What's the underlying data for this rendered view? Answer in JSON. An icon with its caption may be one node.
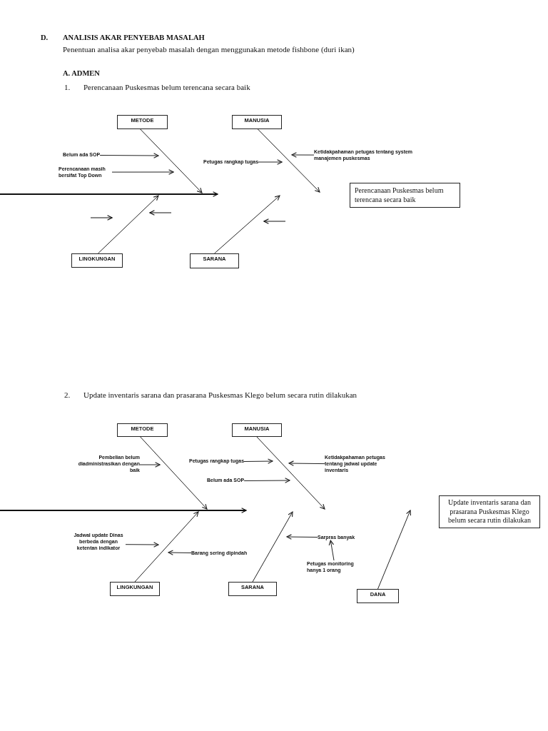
{
  "diagram": {
    "nodes": [
      {
        "text": [
          "METODE"
        ]
      },
      {
        "text": [
          "MANUSIA"
        ]
      },
      {
        "text": [
          "Belum ada SOP"
        ]
      },
      {
        "text": [
          "Petugas rangkap tugas"
        ]
      },
      {
        "text": [
          "Ketidakpahaman petugas tentang system manajemen puskesmas"
        ]
      },
      {
        "text": [
          "Perencanaan masih bersifat Top Down"
        ]
      },
      {
        "text": [
          "Perencanaan Puskesmas belum terencana secara baik"
        ]
      },
      {
        "text": [
          "LINGKUNGAN"
        ]
      },
      {
        "text": [
          "SARANA"
        ]
      },
      {
        "text": [
          "METODE"
        ]
      },
      {
        "text": [
          "MANUSIA"
        ]
      },
      {
        "text": [
          "Ketidakpahaman petugas tentang jadwal update inventaris"
        ]
      },
      {
        "text": [
          "Pembelian belum diadministrasikan dengan baik"
        ]
      },
      {
        "text": [
          "Petugas rangkap tugas"
        ]
      },
      {
        "text": [
          "Belum ada SOP"
        ]
      },
      {
        "text": [
          "Update inventaris sarana dan prasarana Puskesmas Klego belum secara rutin dilakukan"
        ]
      },
      {
        "text": [
          "Sarpras banyak"
        ]
      },
      {
        "text": [
          "Barang sering dipindah"
        ]
      },
      {
        "text": [
          "Jadwal update Dinas berbeda dengan ketentan indikator"
        ]
      },
      {
        "text": [
          "Petugas monitoring hanya 1 orang"
        ]
      },
      {
        "text": [
          "LINGKUNGAN"
        ]
      },
      {
        "text": [
          "SARANA"
        ]
      },
      {
        "text": [
          "DANA"
        ]
      }
    ],
    "edges": [
      {
        "from": 0,
        "to": null,
        "arrow": "to"
      },
      {
        "from": 7,
        "to": null,
        "arrow": "to"
      },
      {
        "from": 1,
        "to": null,
        "arrow": "to"
      },
      {
        "from": 8,
        "to": null,
        "arrow": "to"
      },
      {
        "from": 2,
        "to": null,
        "arrow": "to"
      },
      {
        "from": 5,
        "to": null,
        "arrow": "to"
      },
      {
        "from": 3,
        "to": null,
        "arrow": "to"
      },
      {
        "from": 4,
        "to": null,
        "arrow": "to"
      },
      {
        "from": 9,
        "to": null,
        "arrow": "to"
      },
      {
        "from": 20,
        "to": null,
        "arrow": "to"
      },
      {
        "from": 10,
        "to": null,
        "arrow": "to"
      },
      {
        "from": 21,
        "to": null,
        "arrow": "to"
      },
      {
        "from": 22,
        "to": null,
        "arrow": "to"
      },
      {
        "from": 12,
        "to": null,
        "arrow": "to"
      },
      {
        "from": 18,
        "to": null,
        "arrow": "to"
      },
      {
        "from": 17,
        "to": null,
        "arrow": "to"
      },
      {
        "from": 13,
        "to": null,
        "arrow": "to"
      },
      {
        "from": 14,
        "to": null,
        "arrow": "to"
      },
      {
        "from": 11,
        "to": null,
        "arrow": "to"
      },
      {
        "from": 16,
        "to": null,
        "arrow": "to"
      },
      {
        "from": 19,
        "to": 16,
        "arrow": "to"
      }
    ],
    "labels": [
      "D.",
      "ANALISIS AKAR PENYEBAB MASALAH",
      "Penentuan analisa akar penyebab masalah dengan menggunakan metode fishbone (duri ikan)",
      "A. ADMEN",
      "1.",
      "Perencanaan Puskesmas belum terencana secara baik",
      "2.",
      "Update inventaris sarana dan prasarana Puskesmas Klego belum secara rutin dilakukan"
    ]
  }
}
